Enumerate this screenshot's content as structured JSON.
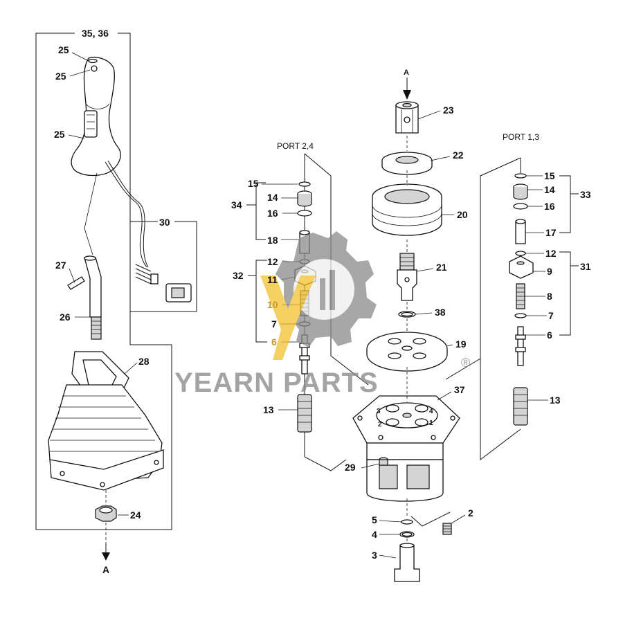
{
  "labels": {
    "n35_36": "35, 36",
    "n25": "25",
    "n30": "30",
    "n27": "27",
    "n26": "26",
    "n28": "28",
    "n24": "24",
    "nA": "A",
    "n23": "23",
    "n22": "22",
    "n20": "20",
    "n21": "21",
    "n38": "38",
    "n19": "19",
    "n37": "37",
    "n29": "29",
    "n5": "5",
    "n4": "4",
    "n3": "3",
    "n2": "2",
    "n1": "1",
    "n15": "15",
    "n14": "14",
    "n16": "16",
    "n34": "34",
    "n18": "18",
    "n12": "12",
    "n32": "32",
    "n11": "11",
    "n10": "10",
    "n7": "7",
    "n6": "6",
    "n13": "13",
    "n33": "33",
    "n17": "17",
    "n9": "9",
    "n31": "31",
    "n8": "8"
  },
  "ports": {
    "left": "PORT 2,4",
    "right": "PORT 1,3"
  },
  "watermark": {
    "brand": "YEARN PARTS",
    "registered": "®"
  },
  "colors": {
    "watermark_gray": "#8a8a8a",
    "watermark_gold": "#f2c230",
    "highlight_label": "#c79a2a"
  }
}
